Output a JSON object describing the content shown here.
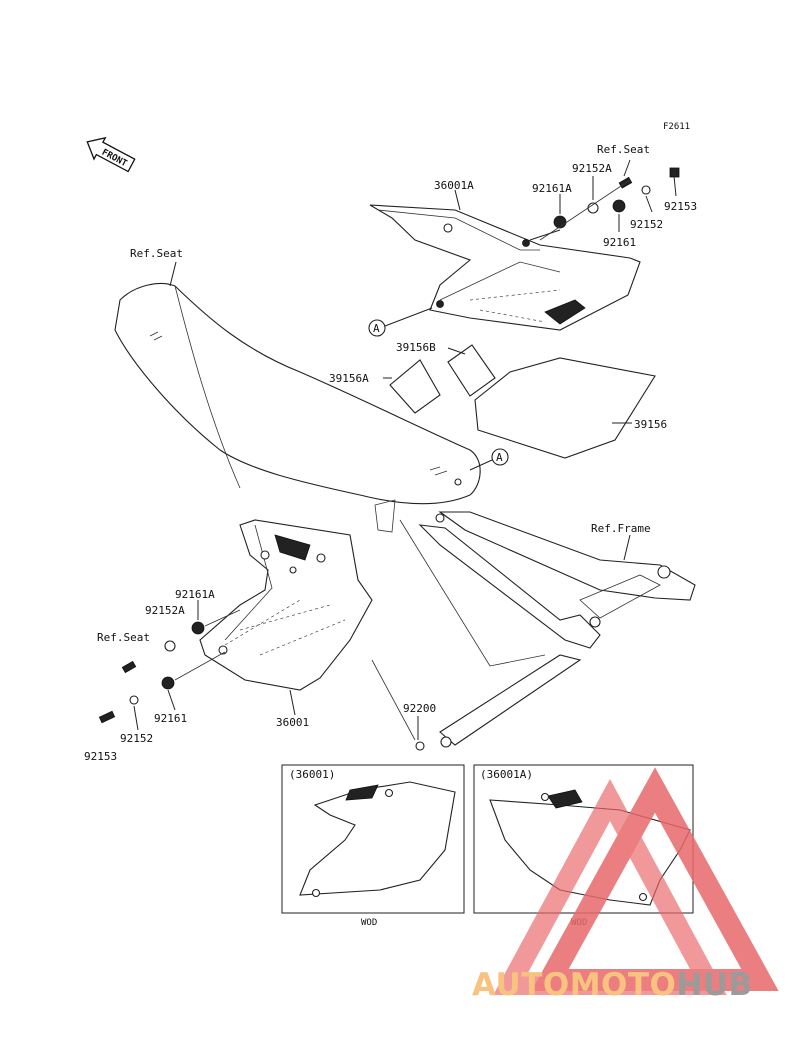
{
  "figure_code": "F2611",
  "front_arrow": "FRONT",
  "labels": {
    "ref_seat_top": "Ref.Seat",
    "p92152A_top": "92152A",
    "p36001A": "36001A",
    "p92161A_top": "92161A",
    "p92153_top": "92153",
    "p92152_top": "92152",
    "p92161_top": "92161",
    "ref_seat_left": "Ref.Seat",
    "p39156B": "39156B",
    "p39156A": "39156A",
    "p39156": "39156",
    "ref_frame": "Ref.Frame",
    "p92161A_bottom": "92161A",
    "p92152A_bottom": "92152A",
    "ref_seat_bottom": "Ref.Seat",
    "p92161_bottom": "92161",
    "p36001": "36001",
    "p92152_bottom": "92152",
    "p92153_bottom": "92153",
    "p92200": "92200",
    "callout_a": "A"
  },
  "inset_left": {
    "title": "(36001)",
    "note": "WOD"
  },
  "inset_right": {
    "title": "(36001A)",
    "note": "WOD"
  },
  "watermark": {
    "part1": "AUTOMOTO",
    "part2": "HUB",
    "color1": "#f7b96b",
    "color2": "#8a8a8a",
    "triangle_color": "#e8686a"
  }
}
